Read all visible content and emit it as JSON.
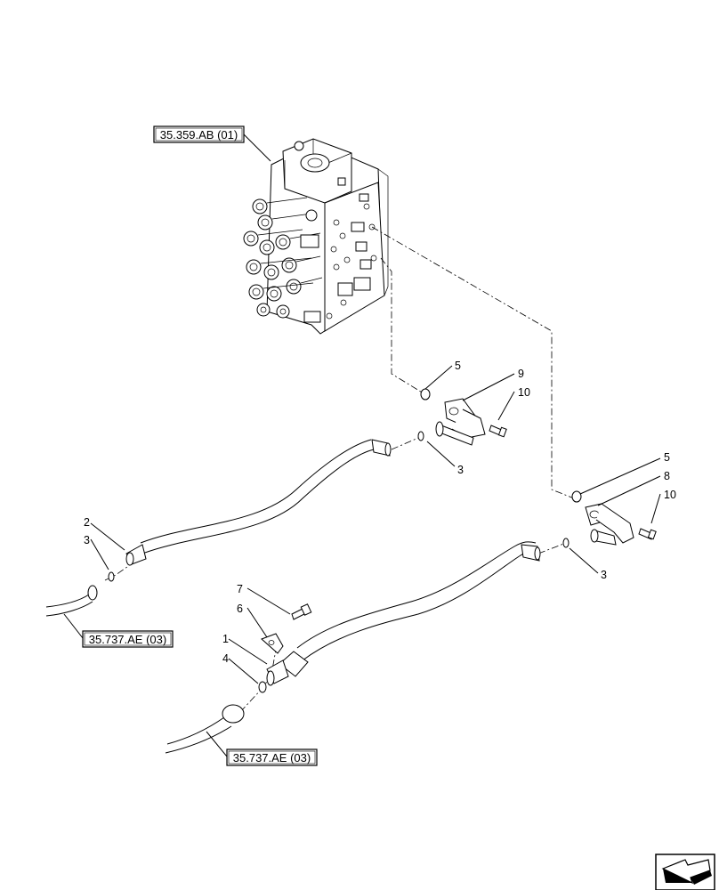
{
  "references": [
    {
      "id": "valve",
      "label": "35.359.AB (01)"
    },
    {
      "id": "hose-left",
      "label": "35.737.AE (03)"
    },
    {
      "id": "hose-lower",
      "label": "35.737.AE (03)"
    }
  ],
  "callouts": {
    "c5a": "5",
    "c9": "9",
    "c10a": "10",
    "c3a": "3",
    "c5b": "5",
    "c8": "8",
    "c10b": "10",
    "c3b": "3",
    "c2": "2",
    "c3c": "3",
    "c7": "7",
    "c6": "6",
    "c1": "1",
    "c4": "4"
  }
}
